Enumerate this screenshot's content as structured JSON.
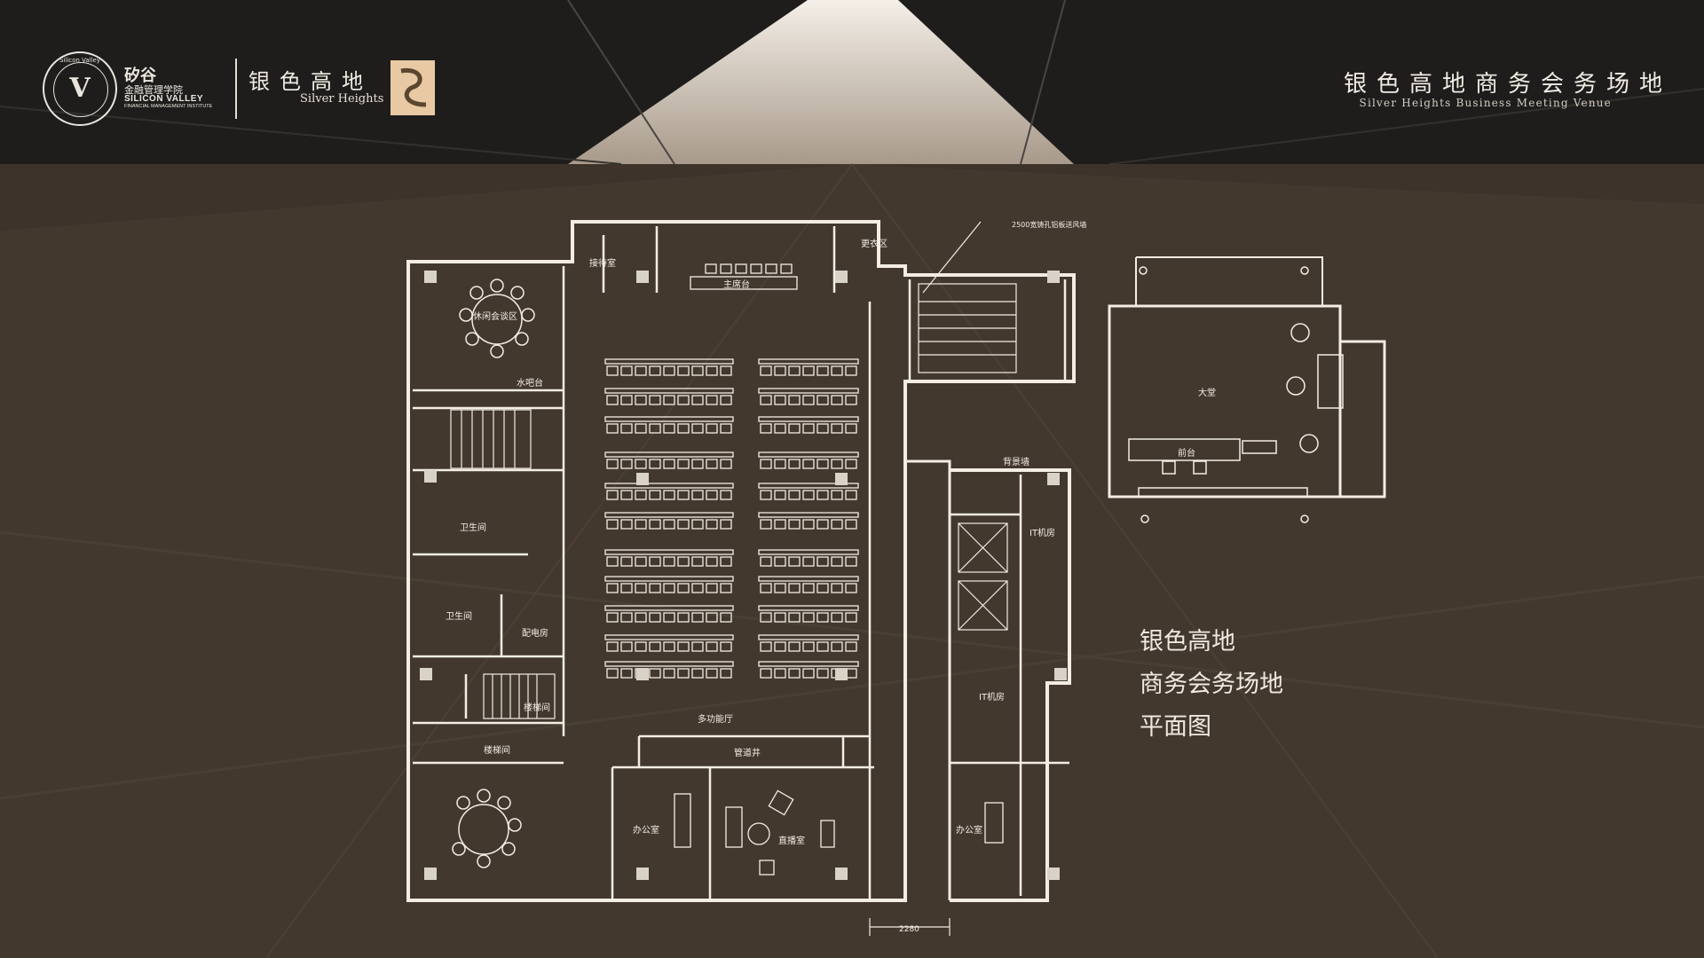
{
  "header": {
    "logo": {
      "seal_text": "Silicon Valley",
      "seal_mark": "V",
      "name_cn": "矽谷",
      "subtitle_cn": "金融管理学院",
      "name_en": "SILICON VALLEY",
      "subtitle_en": "FINANCIAL MANAGEMENT INSTITUTE"
    },
    "brand": {
      "name_cn": "银色高地",
      "name_en": "Silver Heights",
      "mark_color": "#e8c9a4"
    },
    "venue": {
      "title_cn": "银色高地商务会务场地",
      "title_en": "Silver Heights Business Meeting Venue"
    }
  },
  "plan": {
    "title_lines": [
      "银色高地",
      "商务会务场地",
      "平面图"
    ],
    "line_color": "#f3ede4",
    "rooms": {
      "reception": "接待室",
      "main_stage": "主席台",
      "cloakroom": "更衣区",
      "lounge": "休闲会谈区",
      "water_bar": "水吧台",
      "restroom_1": "卫生间",
      "restroom_2": "卫生间",
      "power_room": "配电房",
      "stair_1": "楼梯间",
      "stair_2": "楼梯间",
      "multi_hall": "多功能厅",
      "pipe_well": "管道井",
      "office_1": "办公室",
      "office_2": "办公室",
      "live_room": "直播室",
      "hall": "大堂",
      "front_desk": "前台",
      "it_room_1": "IT机房",
      "it_room_2": "IT机房",
      "wall_note": "背景墙",
      "vent_note": "2500宽铸孔铝板送风墙",
      "dimension": "2280"
    }
  }
}
